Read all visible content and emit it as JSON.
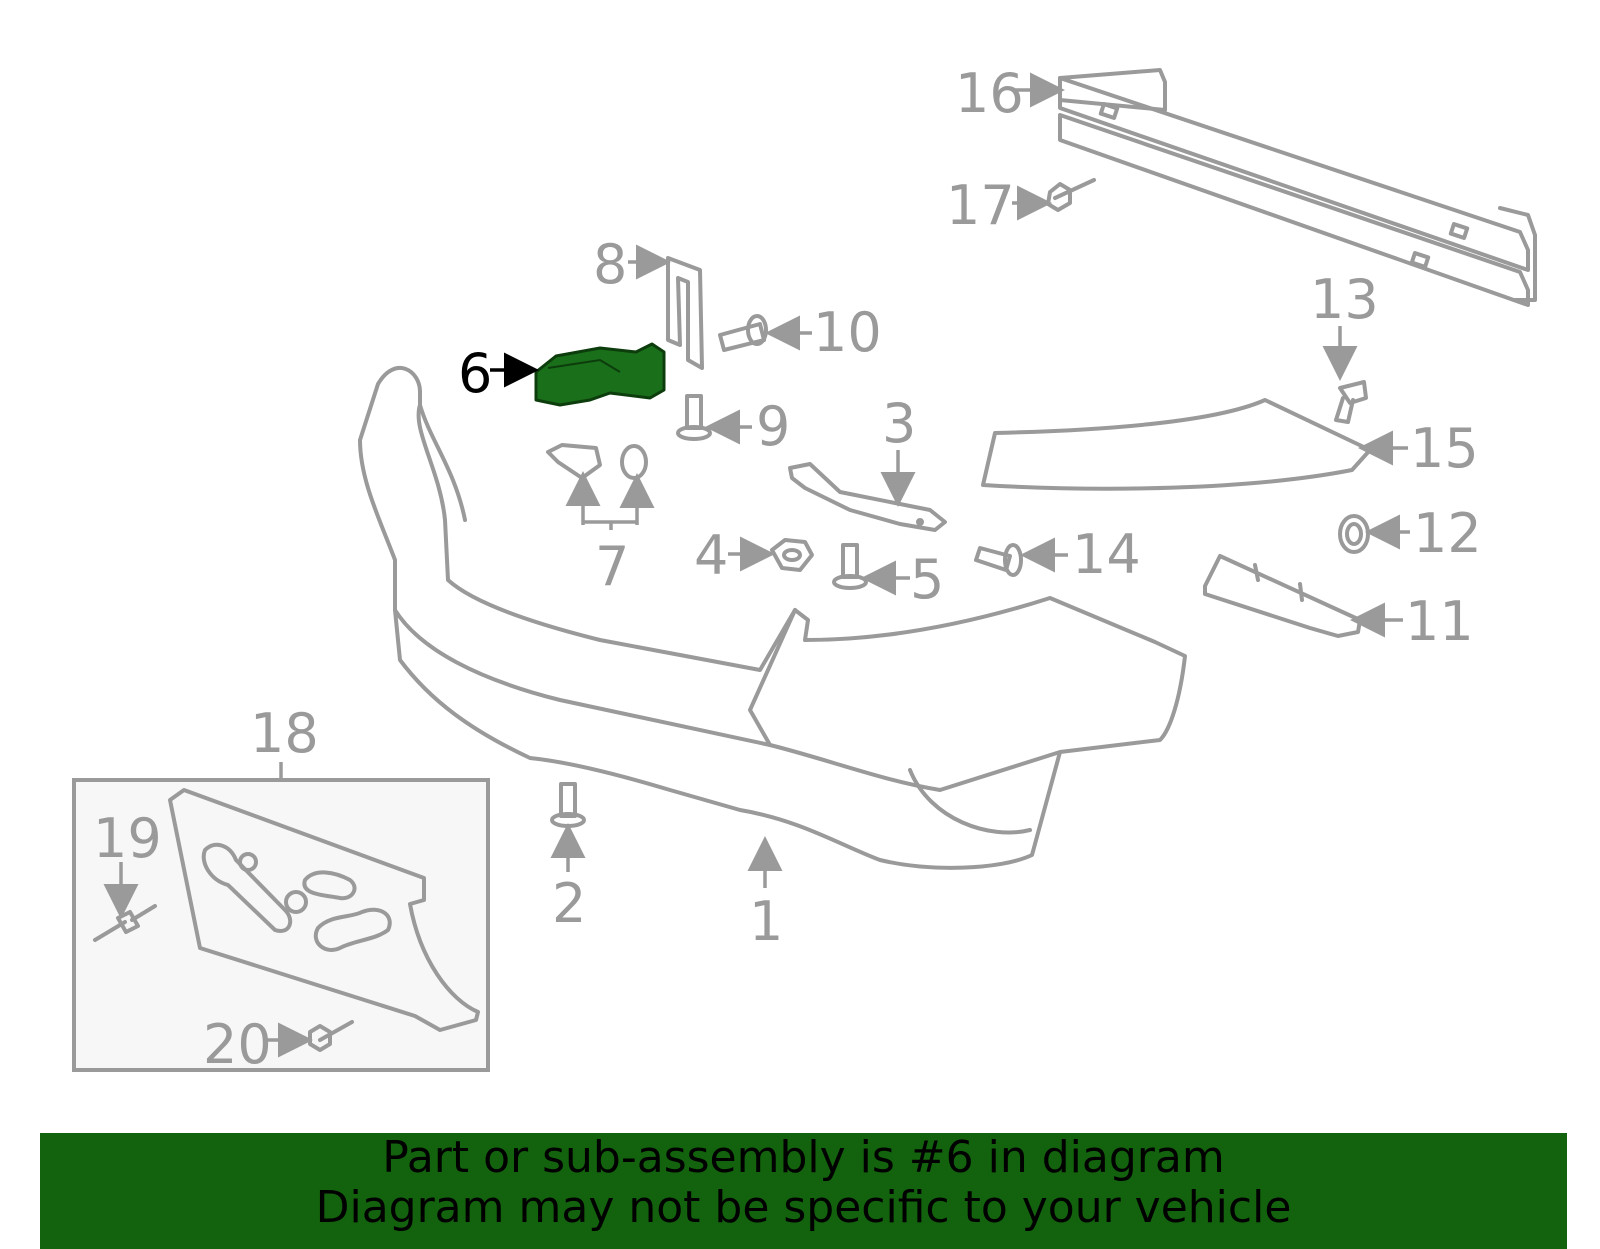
{
  "diagram": {
    "highlight_color": "#1a6f1a",
    "line_color": "#9a9a9a",
    "selected_part": "6",
    "callouts": {
      "c1": "1",
      "c2": "2",
      "c3": "3",
      "c4": "4",
      "c5": "5",
      "c6": "6",
      "c7": "7",
      "c8": "8",
      "c9": "9",
      "c10": "10",
      "c11": "11",
      "c12": "12",
      "c13": "13",
      "c14": "14",
      "c15": "15",
      "c16": "16",
      "c17": "17",
      "c18": "18",
      "c19": "19",
      "c20": "20"
    }
  },
  "banner": {
    "line1": "Part or sub-assembly is #6 in diagram",
    "line2": "Diagram may not be specific to your vehicle",
    "background": "#13620d"
  }
}
